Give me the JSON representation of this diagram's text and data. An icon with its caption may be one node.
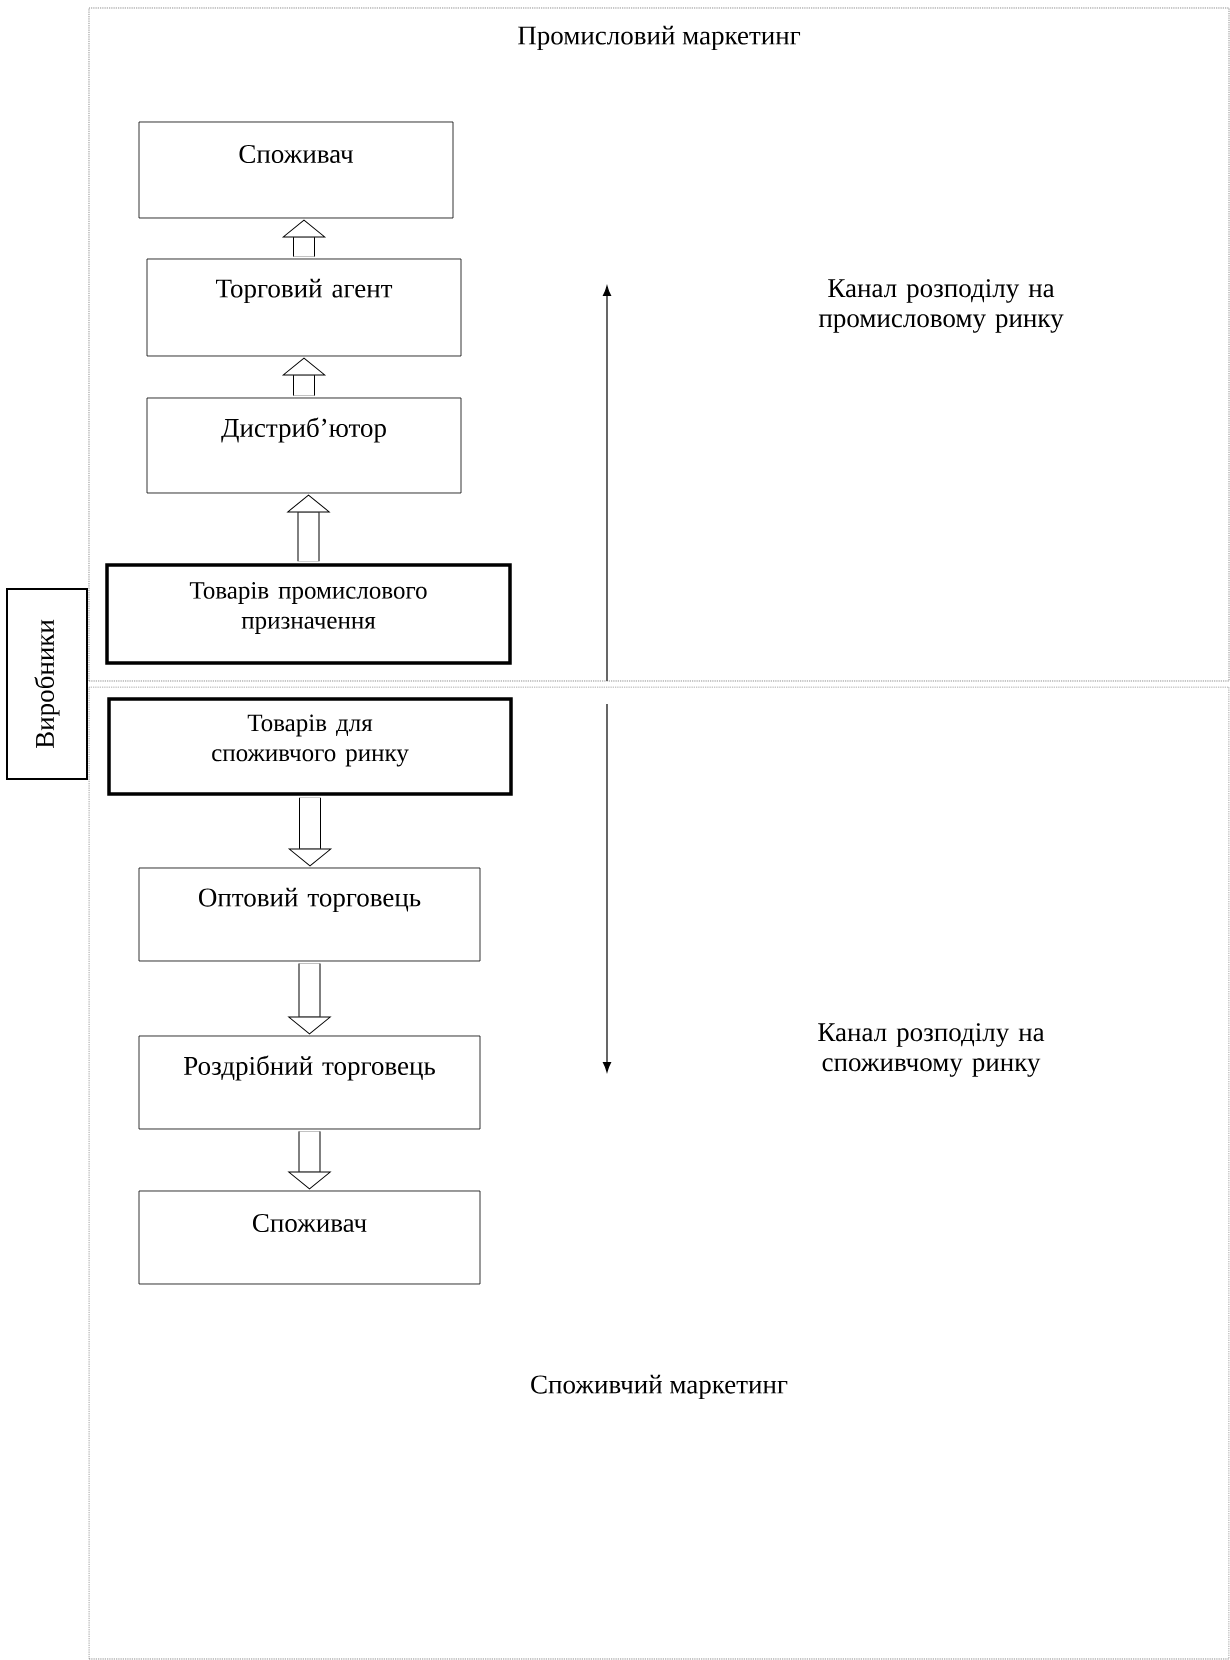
{
  "diagram": {
    "nodes": [
      {
        "text": [
          "Промисловий маркетинг"
        ]
      },
      {
        "text": [
          "Споживач"
        ],
        "in": 0
      },
      {
        "text": [
          "Торговий агент"
        ],
        "in": 0
      },
      {
        "text": [
          "Дистриб’ютор"
        ],
        "in": 0
      },
      {
        "text": [
          "Товарів промислового призначення"
        ],
        "in": 0
      },
      {
        "text": [
          "Споживчий маркетинг"
        ]
      },
      {
        "text": [
          "Товарів для споживчого ринку"
        ],
        "in": 5
      },
      {
        "text": [
          "Оптовий торговець"
        ],
        "in": 5
      },
      {
        "text": [
          "Роздрібний торговець"
        ],
        "in": 5
      },
      {
        "text": [
          "Споживач"
        ],
        "in": 5
      },
      {
        "text": [
          "Виробники"
        ]
      }
    ],
    "edges": [
      {
        "from": 4,
        "to": 3,
        "arrow": "to"
      },
      {
        "from": 3,
        "to": 2,
        "arrow": "to"
      },
      {
        "from": 2,
        "to": 1,
        "arrow": "to"
      },
      {
        "from": 6,
        "to": 7,
        "arrow": "to"
      },
      {
        "from": 7,
        "to": 8,
        "arrow": "to"
      },
      {
        "from": 8,
        "to": 9,
        "arrow": "to"
      }
    ],
    "labels": [
      "Канал розподілу на промисловому ринку",
      "Канал розподілу на споживчому ринку"
    ]
  }
}
